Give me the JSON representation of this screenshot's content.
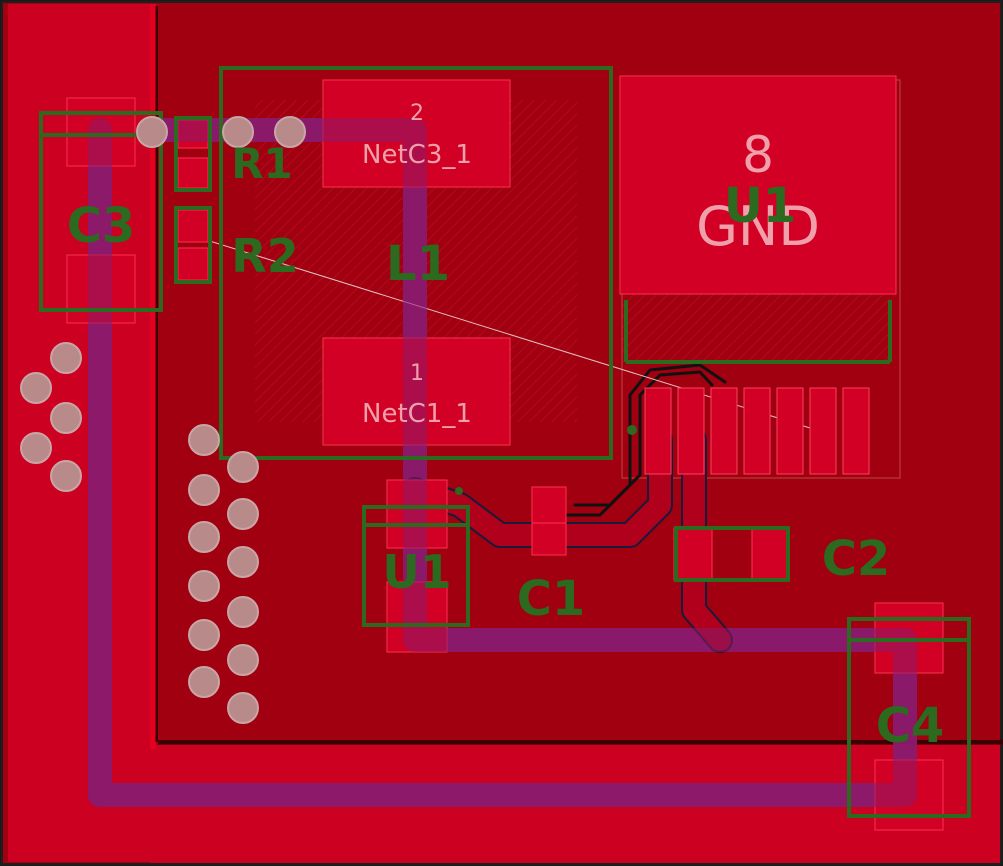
{
  "colors": {
    "board": "#8f0008",
    "copper": "#d20025",
    "copper_dark": "#b0001c",
    "silk": "#2b6a1f",
    "via_fill": "#b88a8a",
    "via_ring": "#c9a5a5",
    "trace": "#8a1a6c",
    "pad_label": "#f0a0aa"
  },
  "components": {
    "r1": "R1",
    "r2": "R2",
    "c1": "C1",
    "c2": "C2",
    "c3": "C3",
    "c4": "C4",
    "l1": "L1",
    "u1_top": "U1",
    "u1_bottom": "U1"
  },
  "pads": {
    "l1_pad2_number": "2",
    "l1_pad2_net": "NetC3_1",
    "l1_pad1_number": "1",
    "l1_pad1_net": "NetC1_1",
    "u1_pad8_number": "8",
    "u1_pad8_net": "GND"
  },
  "icons": {
    "via": "via-icon",
    "pad": "pad-icon"
  }
}
